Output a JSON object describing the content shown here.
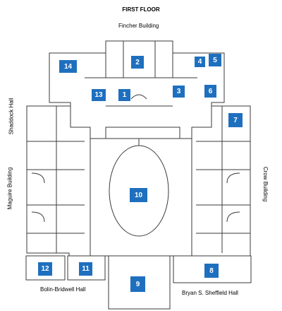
{
  "title": "FIRST FLOOR",
  "buildings": {
    "north": "Fincher Building",
    "west_upper": "Shaddock Hall",
    "west_lower": "Maguire Building",
    "east": "Crow Building",
    "south_west": "Bolin-Bridwell Hall",
    "south_east": "Bryan S. Sheffield Hall"
  },
  "markers": [
    "1",
    "2",
    "3",
    "4",
    "5",
    "6",
    "7",
    "8",
    "9",
    "10",
    "11",
    "12",
    "13",
    "14"
  ],
  "colors": {
    "marker_fill": "#1f6fbf",
    "marker_text": "#ffffff",
    "walls": "#3a3a3a"
  }
}
